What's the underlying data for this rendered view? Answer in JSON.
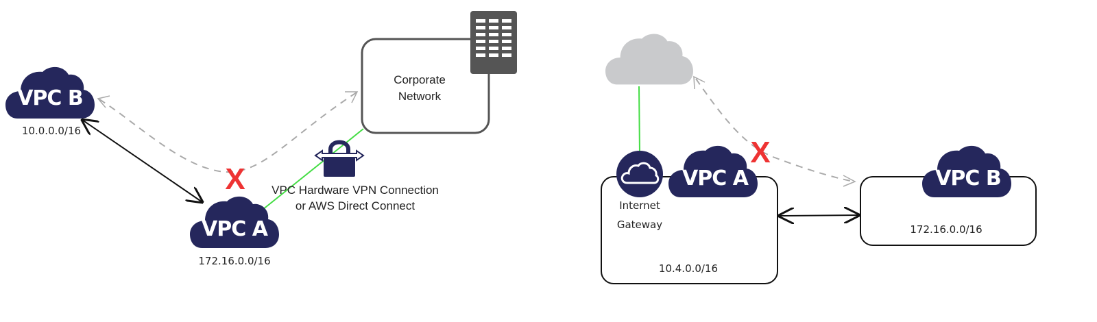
{
  "colors": {
    "cloud_navy": "#25275c",
    "internet_cloud": "#c9cacc",
    "vpn_line": "#44dd44",
    "blocked_x": "#ee3333",
    "dashed_arrow": "#aaaaaa",
    "building": "#555555"
  },
  "left_diagram": {
    "vpc_b": {
      "label": "VPC B",
      "cidr": "10.0.0.0/16",
      "icon": "cloud-icon"
    },
    "vpc_a": {
      "label": "VPC A",
      "cidr": "172.16.0.0/16",
      "icon": "cloud-icon"
    },
    "corporate_network": {
      "line1": "Corporate",
      "line2": "Network",
      "icon": "building-icon"
    },
    "vpn": {
      "line1": "VPC Hardware VPN Connection",
      "line2": "or AWS Direct Connect",
      "icon": "lock-icon"
    },
    "blocked_mark": "X"
  },
  "right_diagram": {
    "internet": {
      "icon": "internet-cloud-icon"
    },
    "internet_gateway": {
      "line1": "Internet",
      "line2": "Gateway",
      "icon": "internet-gateway-icon"
    },
    "vpc_a": {
      "label": "VPC A",
      "cidr": "10.4.0.0/16"
    },
    "vpc_b": {
      "label": "VPC B",
      "cidr": "172.16.0.0/16"
    },
    "blocked_mark": "X"
  }
}
